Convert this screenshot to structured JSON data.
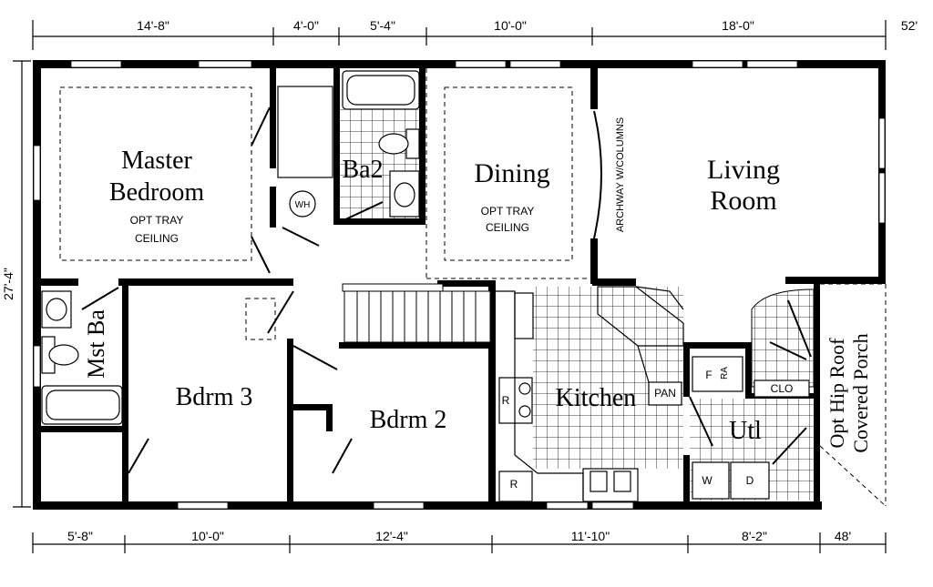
{
  "dimensions": {
    "top": [
      "14'-8\"",
      "4'-0\"",
      "5'-4\"",
      "10'-0\"",
      "18'-0\""
    ],
    "top_total": "52'",
    "bottom": [
      "5'-8\"",
      "10'-0\"",
      "12'-4\"",
      "11'-10\"",
      "8'-2\""
    ],
    "bottom_total": "48'",
    "left": "27'-4\""
  },
  "rooms": {
    "master_bedroom": [
      "Master",
      "Bedroom"
    ],
    "master_note": [
      "OPT TRAY",
      "CEILING"
    ],
    "ba2": "Ba2",
    "wh": "WH",
    "dining": "Dining",
    "dining_note": [
      "OPT TRAY",
      "CEILING"
    ],
    "archway": "ARCHWAY W/COLUMNS",
    "living_room": [
      "Living",
      "Room"
    ],
    "mst_ba": "Mst Ba",
    "bdrm3": "Bdrm 3",
    "bdrm2": "Bdrm 2",
    "kitchen": "Kitchen",
    "pan": "PAN",
    "range_r1": "R",
    "range_r2": "R",
    "f": "F",
    "ra": "RA",
    "clo": "CLO",
    "utl": "Utl",
    "w": "W",
    "d": "D",
    "porch": [
      "Opt Hip Roof",
      "Covered Porch"
    ]
  }
}
